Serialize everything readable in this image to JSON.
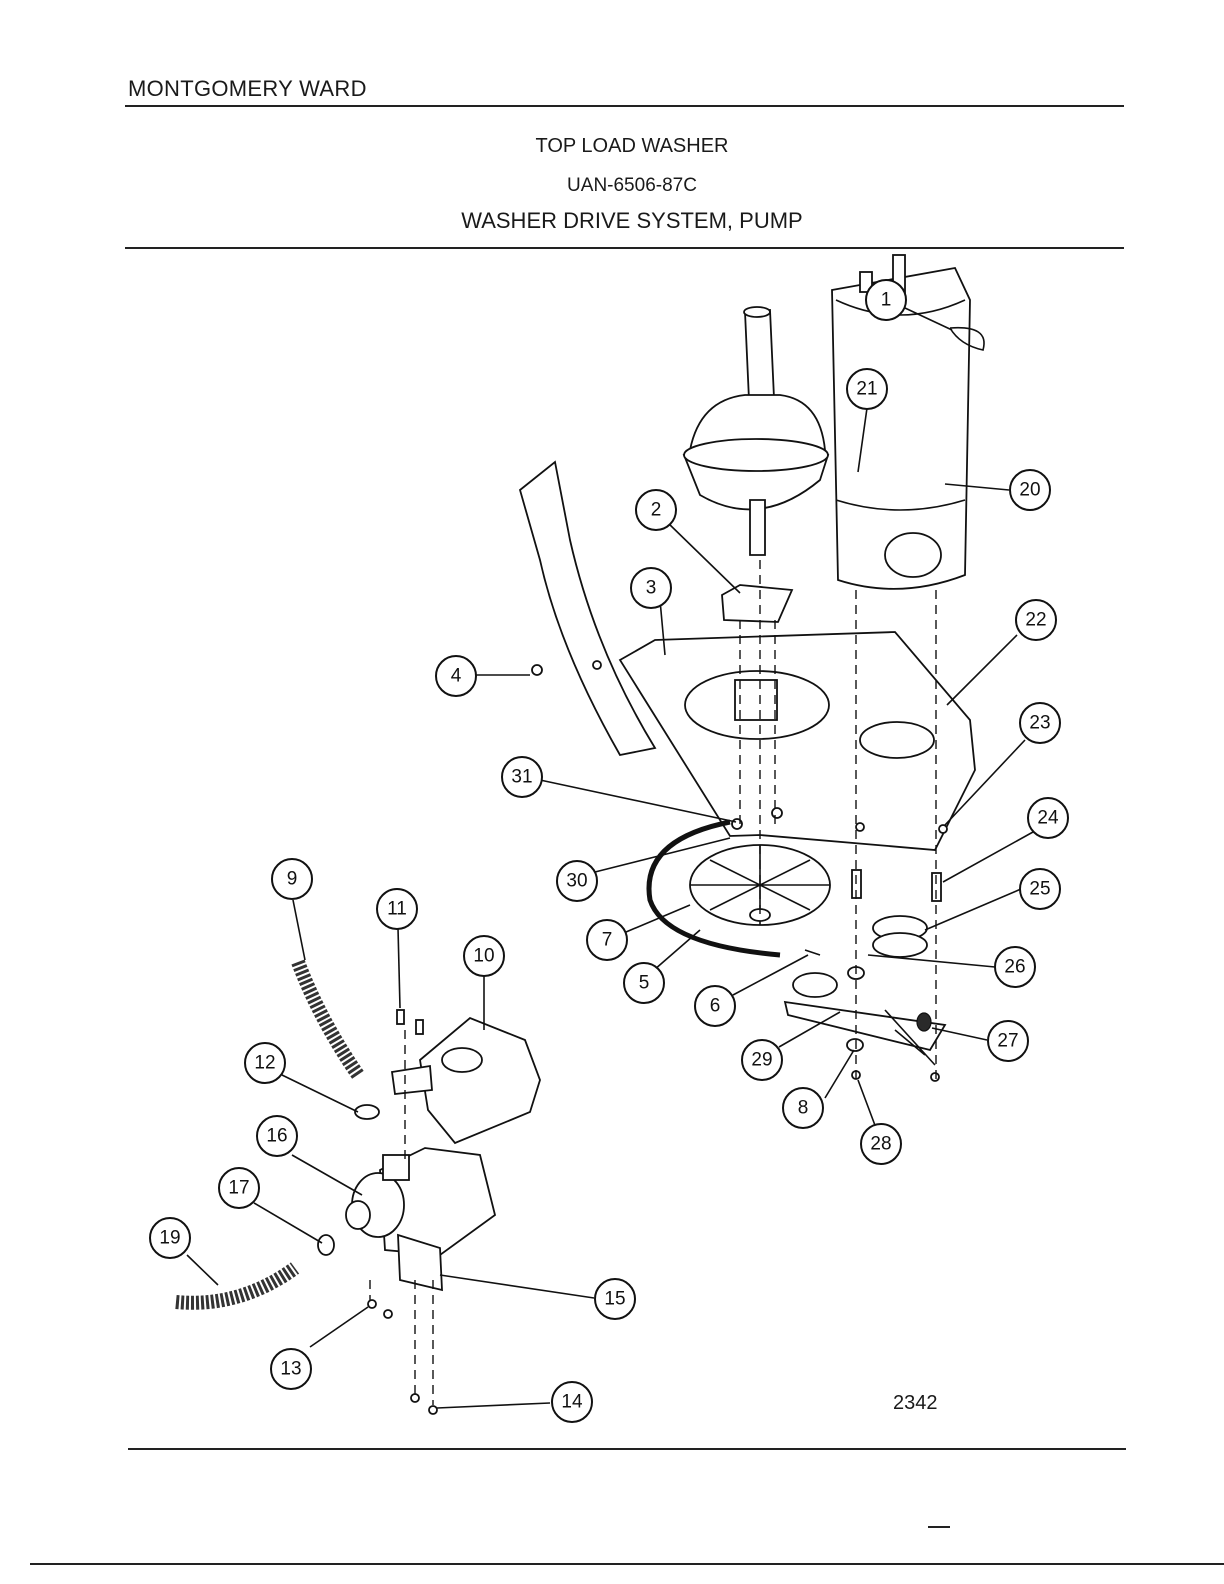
{
  "header": {
    "brand": "MONTGOMERY WARD",
    "title_line1": "TOP LOAD WASHER",
    "title_line2": "UAN-6506-87C",
    "title_line3": "WASHER DRIVE SYSTEM, PUMP"
  },
  "figure_number": "2342",
  "callouts": [
    "1",
    "2",
    "3",
    "4",
    "5",
    "6",
    "7",
    "8",
    "9",
    "10",
    "11",
    "12",
    "13",
    "14",
    "15",
    "16",
    "17",
    "19",
    "20",
    "21",
    "22",
    "23",
    "24",
    "25",
    "26",
    "27",
    "28",
    "29",
    "30",
    "31"
  ]
}
